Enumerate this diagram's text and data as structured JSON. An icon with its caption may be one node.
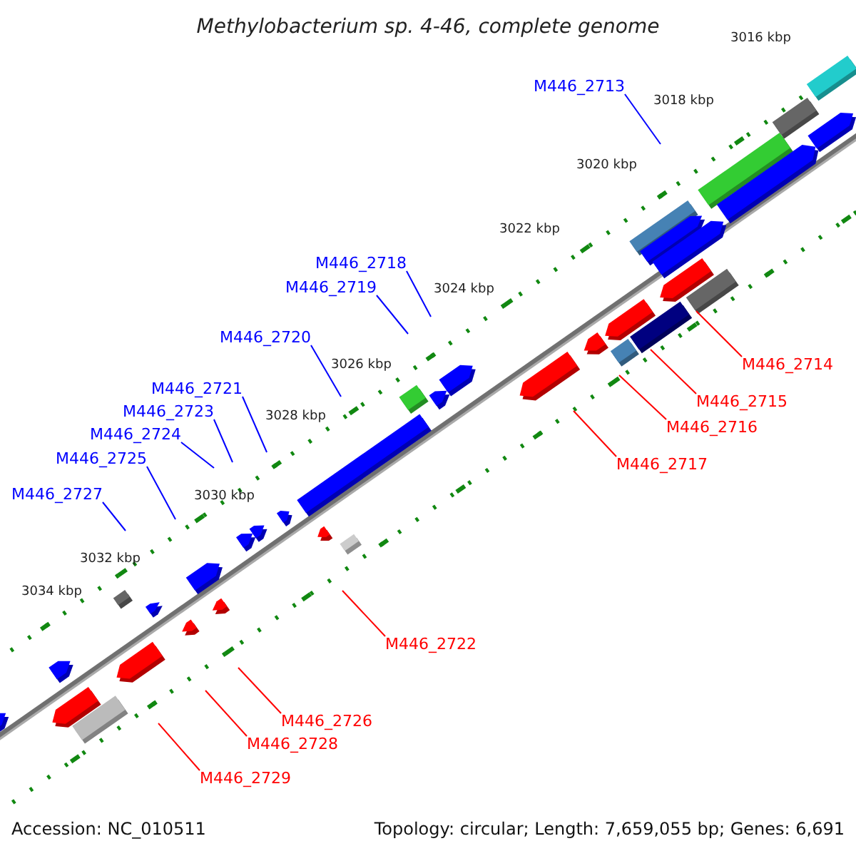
{
  "diagram": {
    "title": "Methylobacterium sp. 4-46, complete genome",
    "nodes": [
      {
        "text": [
          "M446_2713"
        ]
      },
      {
        "text": [
          "M446_2718"
        ]
      },
      {
        "text": [
          "M446_2719"
        ]
      },
      {
        "text": [
          "M446_2720"
        ]
      },
      {
        "text": [
          "M446_2714"
        ]
      },
      {
        "text": [
          "M446_2721"
        ]
      },
      {
        "text": [
          "M446_2715"
        ]
      },
      {
        "text": [
          "M446_2723"
        ]
      },
      {
        "text": [
          "M446_2716"
        ]
      },
      {
        "text": [
          "M446_2724"
        ]
      },
      {
        "text": [
          "M446_2725"
        ]
      },
      {
        "text": [
          "M446_2717"
        ]
      },
      {
        "text": [
          "M446_2727"
        ]
      },
      {
        "text": [
          "M446_2722"
        ]
      },
      {
        "text": [
          "M446_2726"
        ]
      },
      {
        "text": [
          "M446_2728"
        ]
      },
      {
        "text": [
          "M446_2729"
        ]
      }
    ],
    "edges": [
      {
        "from": 0,
        "to": null,
        "arrow": "none"
      },
      {
        "from": 1,
        "to": null,
        "arrow": "none"
      },
      {
        "from": 2,
        "to": null,
        "arrow": "none"
      },
      {
        "from": 3,
        "to": null,
        "arrow": "none"
      },
      {
        "from": 4,
        "to": null,
        "arrow": "none",
        "color": "#ff0000"
      },
      {
        "from": 5,
        "to": null,
        "arrow": "none"
      },
      {
        "from": 6,
        "to": null,
        "arrow": "none",
        "color": "#ff0000"
      },
      {
        "from": 7,
        "to": null,
        "arrow": "none"
      },
      {
        "from": 8,
        "to": null,
        "arrow": "none",
        "color": "#ff0000"
      },
      {
        "from": 9,
        "to": null,
        "arrow": "none"
      },
      {
        "from": 10,
        "to": null,
        "arrow": "none"
      },
      {
        "from": 11,
        "to": null,
        "arrow": "none",
        "color": "#ff0000"
      },
      {
        "from": 12,
        "to": null,
        "arrow": "none"
      },
      {
        "from": 13,
        "to": null,
        "arrow": "none",
        "color": "#ff0000"
      },
      {
        "from": 14,
        "to": null,
        "arrow": "none",
        "color": "#ff0000"
      },
      {
        "from": 15,
        "to": null,
        "arrow": "none",
        "color": "#ff0000"
      },
      {
        "from": 16,
        "to": null,
        "arrow": "none",
        "color": "#ff0000"
      }
    ],
    "labels": [
      "3016 kbp",
      "3018 kbp",
      "3020 kbp",
      "3022 kbp",
      "3024 kbp",
      "3026 kbp",
      "3028 kbp",
      "3030 kbp",
      "3032 kbp",
      "3034 kbp",
      "Accession: NC_010511",
      "Topology: circular; Length: 7,659,055 bp; Genes: 6,691"
    ]
  }
}
